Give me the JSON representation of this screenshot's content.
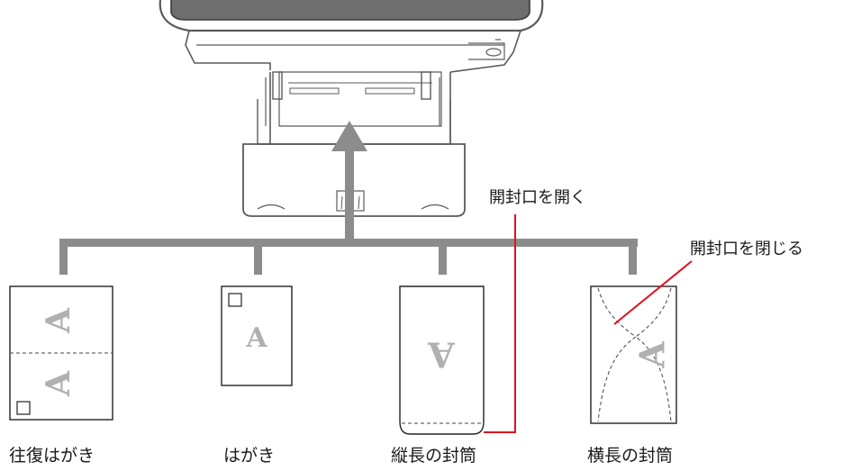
{
  "labels": {
    "return_postcard": "往復はがき",
    "postcard": "はがき",
    "portrait_envelope": "縦長の封筒",
    "landscape_envelope": "横長の封筒"
  },
  "callouts": {
    "open_flap": "開封口を開く",
    "close_flap": "開封口を閉じる"
  },
  "card_letter": "A",
  "colors": {
    "connector": "#8c8c8c",
    "callout_line": "#e01020",
    "card_letter": "#b0b0b0"
  }
}
